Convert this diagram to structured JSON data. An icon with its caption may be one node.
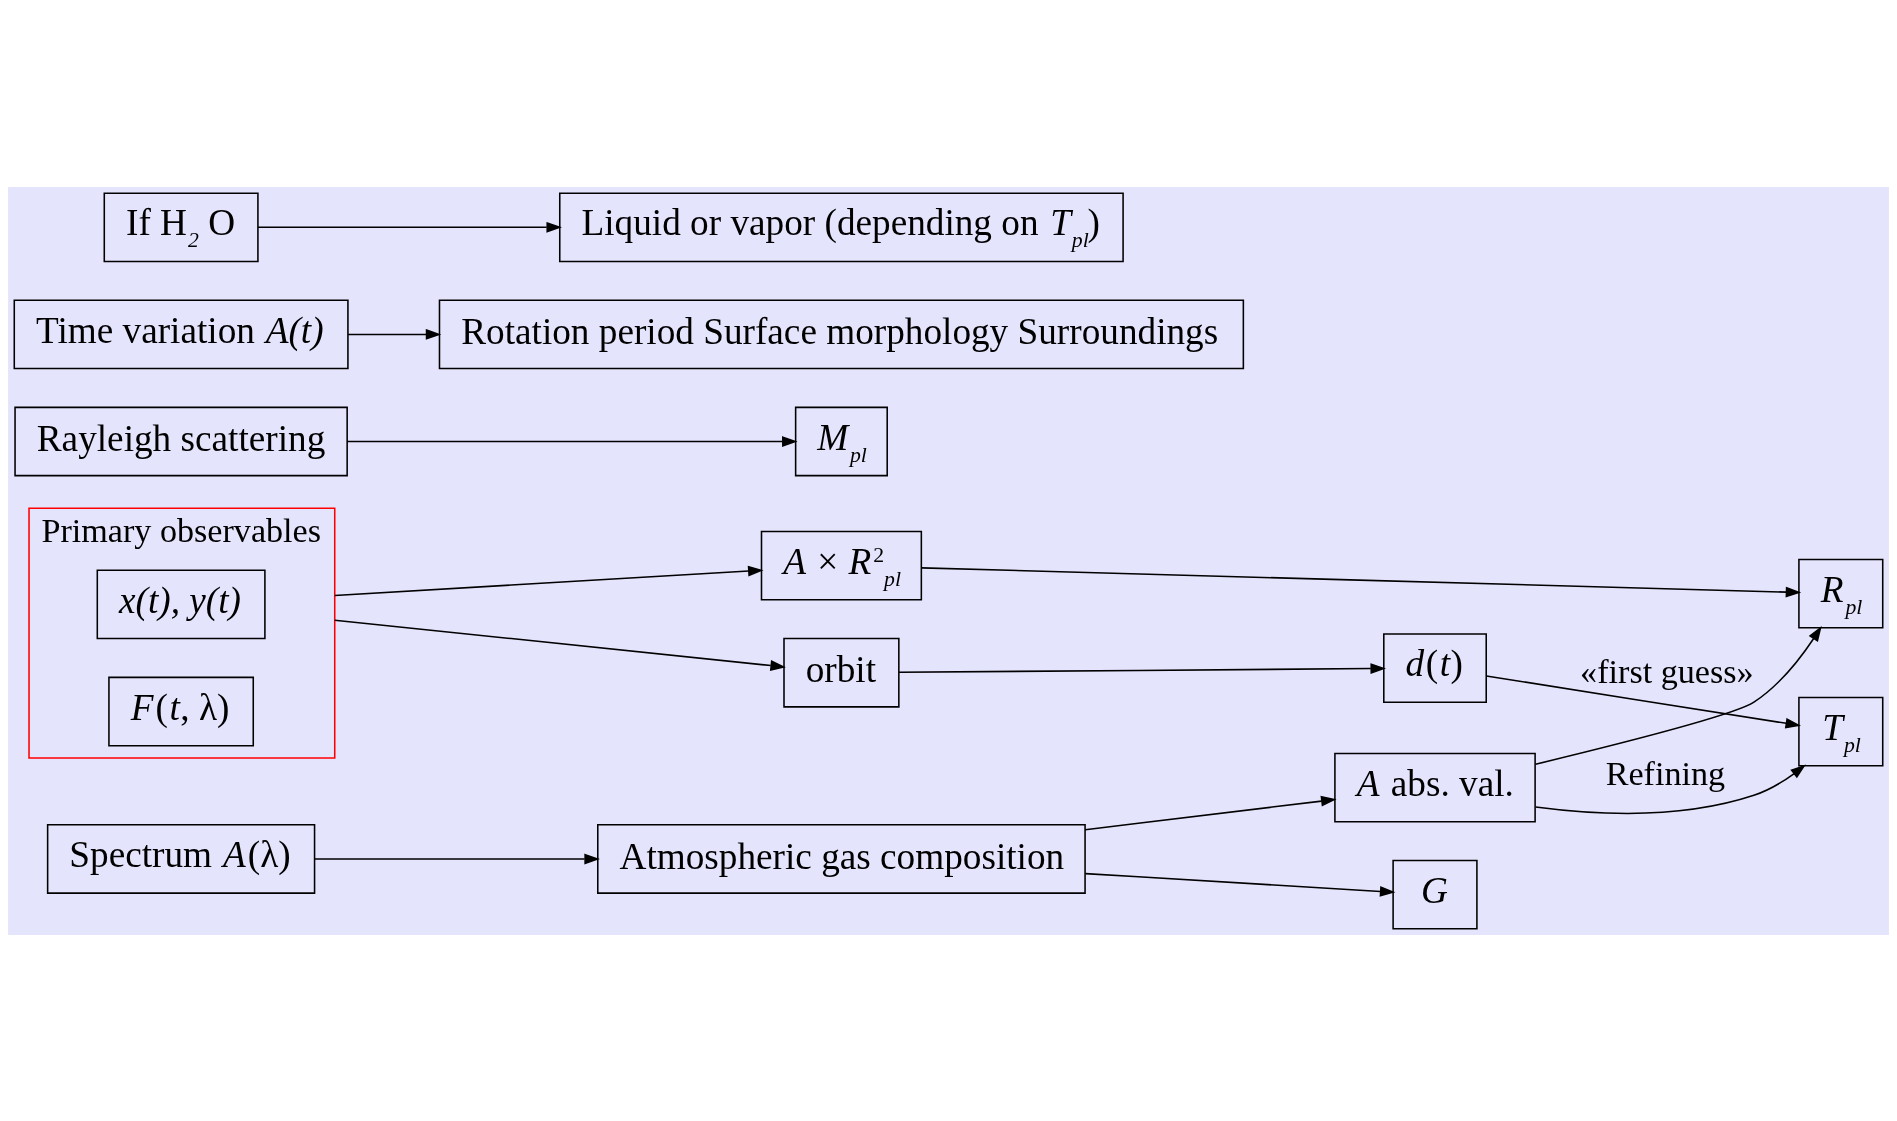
{
  "diagram": {
    "nodes": [
      {
        "text": [
          "Primary observables"
        ]
      },
      {
        "text": [
          "*x(t), y(t)*"
        ],
        "in": 0
      },
      {
        "text": [
          "*F*(*t*, λ)"
        ],
        "in": 0
      },
      {
        "text": [
          "orbit"
        ]
      },
      {
        "text": [
          "*d*(*t*)"
        ]
      },
      {
        "text": [
          "*T*$_{pl}$"
        ]
      },
      {
        "text": [
          "*R*$_{pl}$"
        ]
      },
      {
        "text": [
          "*A* × *R*$^{2}$$_{pl}$"
        ]
      },
      {
        "text": [
          "*A* abs. val."
        ]
      },
      {
        "text": [
          "Spectrum *A*(λ)"
        ]
      },
      {
        "text": [
          "Atmospheric gas composition"
        ]
      },
      {
        "text": [
          "*G*"
        ]
      },
      {
        "text": [
          "Rayleigh scattering"
        ]
      },
      {
        "text": [
          "*M*$_{pl}$"
        ]
      },
      {
        "text": [
          "Time variation *A(t)*"
        ]
      },
      {
        "text": [
          "Rotation period Surface morphology Surroundings"
        ]
      },
      {
        "text": [
          "If H$_{2}$ O"
        ]
      },
      {
        "text": [
          "Liquid or vapor (depending on *T*$_{pl}$)"
        ]
      }
    ],
    "edges": [
      {
        "from": 0,
        "to": 3,
        "arrow": "to"
      },
      {
        "from": 3,
        "to": 4,
        "arrow": "to"
      },
      {
        "from": 4,
        "to": 5,
        "arrow": "to",
        "label": "«first guess»"
      },
      {
        "from": 8,
        "to": 5,
        "arrow": "to",
        "label": "Refining"
      },
      {
        "from": 0,
        "to": 7,
        "arrow": "to"
      },
      {
        "from": 7,
        "to": 6,
        "arrow": "to"
      },
      {
        "from": 8,
        "to": 6,
        "arrow": "to"
      },
      {
        "from": 9,
        "to": 10,
        "arrow": "to"
      },
      {
        "from": 10,
        "to": 11,
        "arrow": "to"
      },
      {
        "from": 10,
        "to": 8,
        "arrow": "to"
      },
      {
        "from": 12,
        "to": 13,
        "arrow": "to"
      },
      {
        "from": 14,
        "to": 15,
        "arrow": "to"
      },
      {
        "from": 16,
        "to": 17,
        "arrow": "to"
      }
    ]
  }
}
